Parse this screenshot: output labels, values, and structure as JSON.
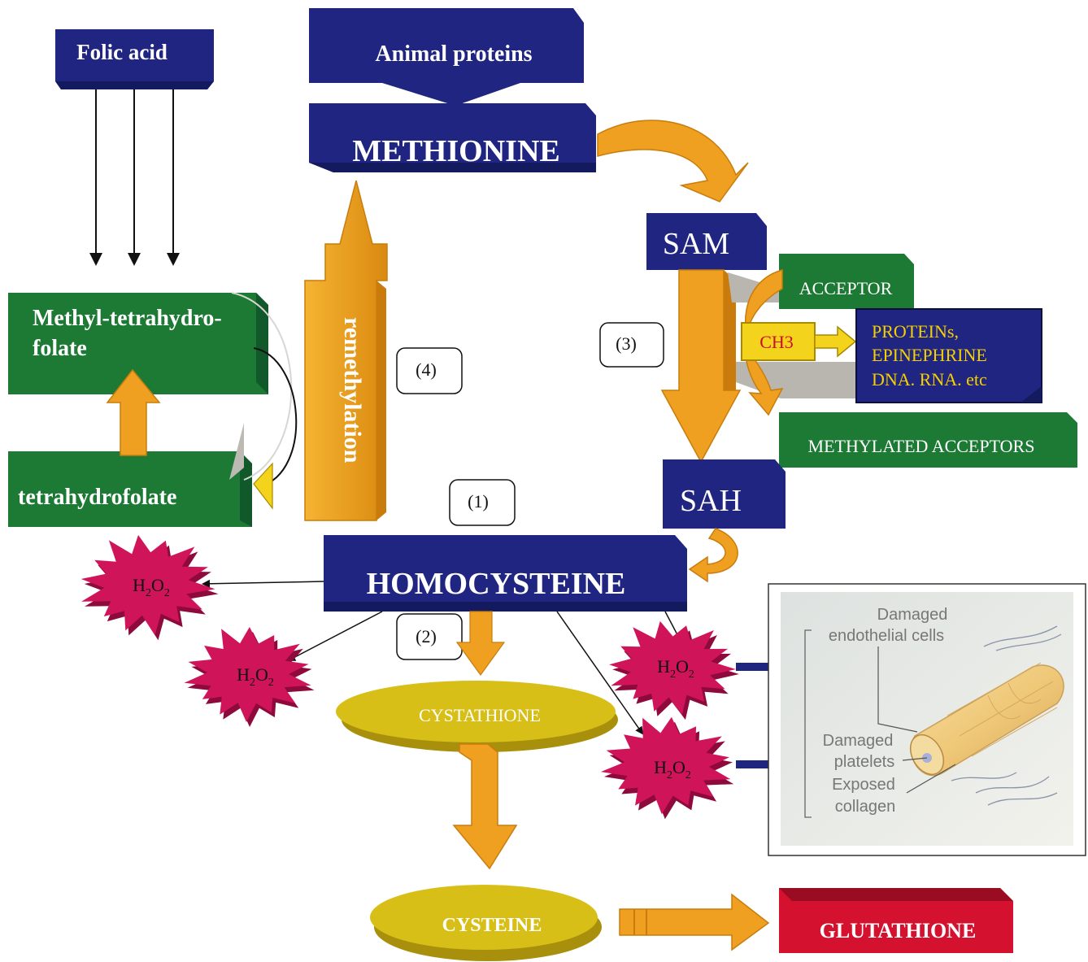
{
  "nodes": {
    "folic_acid": "Folic acid",
    "animal_proteins": "Animal proteins",
    "methionine": "METHIONINE",
    "sam": "SAM",
    "sah": "SAH",
    "homocysteine": "HOMOCYSTEINE",
    "methyl_thf_line1": "Methyl-tetrahydro-",
    "methyl_thf_line2": "folate",
    "thf": "tetrahydrofolate",
    "acceptor": "ACCEPTOR",
    "ch3": "CH3",
    "targets_line1": "PROTEINs,",
    "targets_line2": "EPINEPHRINE",
    "targets_line3": "DNA. RNA. etc",
    "methylated_acceptors": "METHYLATED ACCEPTORS",
    "cystathione": "CYSTATHIONE",
    "cysteine": "CYSTEINE",
    "glutathione": "GLUTATHIONE"
  },
  "pathway_labels": {
    "remethylation": "remethylation",
    "step1": "(1)",
    "step2": "(2)",
    "step3": "(3)",
    "step4": "(4)"
  },
  "h2o2": {
    "base": "H",
    "sub1": "2",
    "mid": "O",
    "sub2": "2"
  },
  "inset": {
    "damaged_line1": "Damaged",
    "damaged_line2": "endothelial cells",
    "platelets_line1": "Damaged",
    "platelets_line2": "platelets",
    "collagen_line1": "Exposed",
    "collagen_line2": "collagen"
  },
  "colors": {
    "navy": "#1f2580",
    "navy_dark": "#141a5e",
    "green": "#1d7a35",
    "green_dark": "#11592a",
    "orange": "#f0a020",
    "orange_dark": "#c97c0c",
    "magenta": "#d0145a",
    "magenta_dark": "#8e0a3d",
    "ellipse_yellow": "#d8bf18",
    "ellipse_dark": "#a8900c",
    "red": "#d41230",
    "yellow_text": "#f5d000",
    "ch3_fill": "#f3d31c",
    "ch3_text": "#c8102e"
  }
}
